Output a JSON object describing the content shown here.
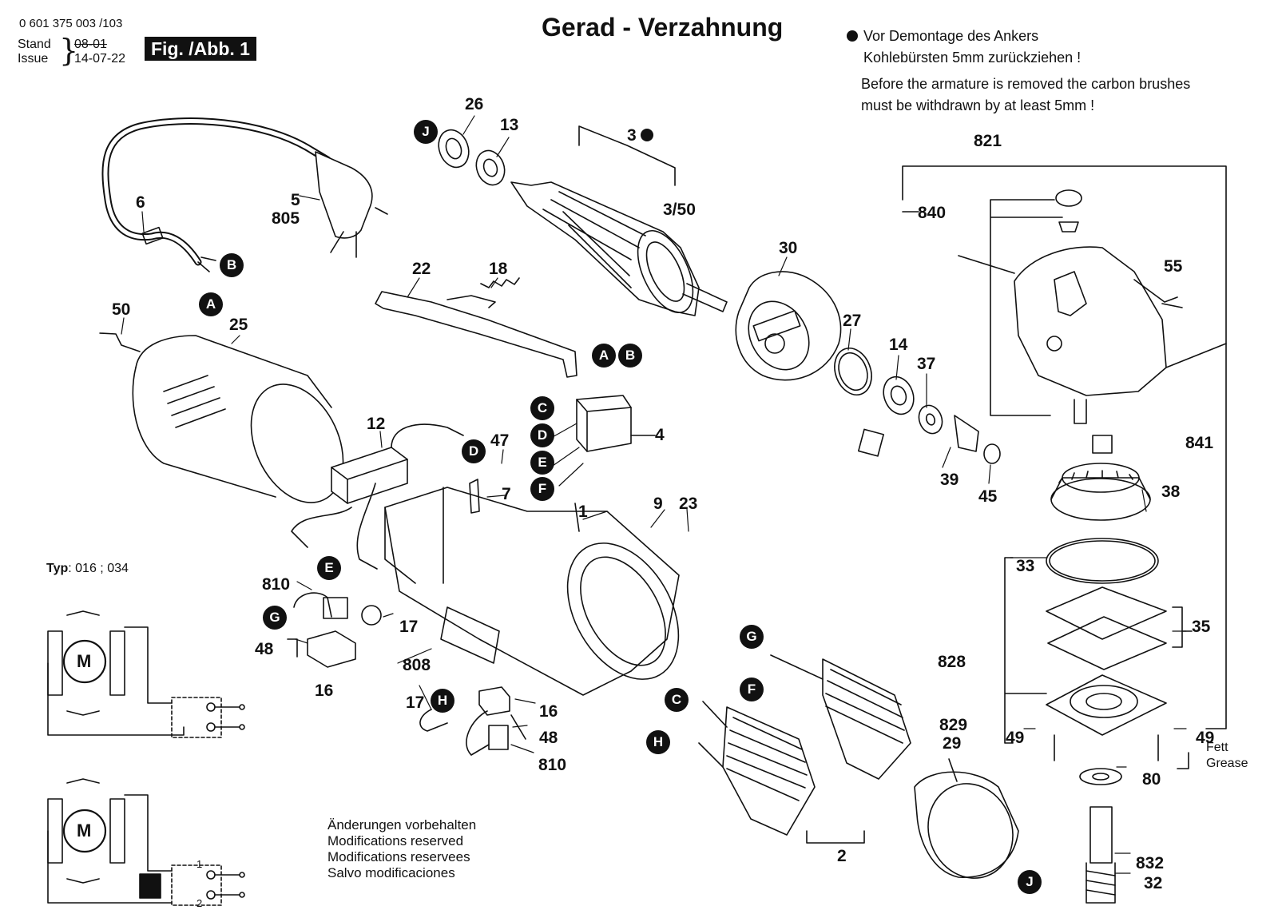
{
  "header": {
    "doc_number": "0 601 375 003 /103",
    "stand_label": "Stand",
    "issue_label": "Issue",
    "stand_date_old": "08-01",
    "issue_date": "14-07-22",
    "fig_label": "Fig. /Abb. 1",
    "title": "Gerad - Verzahnung"
  },
  "note": {
    "de_line1": "Vor Demontage des Ankers",
    "de_line2": "Kohlebürsten 5mm zurückziehen !",
    "en_line1": "Before the armature is removed the carbon brushes",
    "en_line2": "must be withdrawn by at least 5mm !"
  },
  "typ": {
    "label": "Typ",
    "values": ": 016 ; 034"
  },
  "modifications": [
    "Änderungen vorbehalten",
    "Modifications reserved",
    "Modifications reservees",
    "Salvo modificaciones"
  ],
  "grease": {
    "de": "Fett",
    "en": "Grease"
  },
  "motor_symbol": "M",
  "switch_terminals": [
    "1",
    "2"
  ],
  "part_labels": [
    "26",
    "13",
    "3",
    "3/50",
    "6",
    "5",
    "805",
    "22",
    "18",
    "30",
    "821",
    "840",
    "55",
    "50",
    "25",
    "27",
    "14",
    "37",
    "12",
    "47",
    "4",
    "7",
    "39",
    "45",
    "841",
    "38",
    "1",
    "9",
    "23",
    "810",
    "17",
    "48",
    "16",
    "808",
    "33",
    "35",
    "828",
    "49",
    "49",
    "829",
    "29",
    "80",
    "2",
    "832",
    "32",
    "17",
    "16",
    "48",
    "810"
  ],
  "callouts": [
    "J",
    "B",
    "A",
    "A",
    "B",
    "C",
    "D",
    "E",
    "F",
    "D",
    "E",
    "G",
    "G",
    "F",
    "C",
    "H",
    "H",
    "J"
  ],
  "colors": {
    "ink": "#111111",
    "paper": "#ffffff",
    "callout_bg": "#111111",
    "callout_text": "#ffffff"
  }
}
